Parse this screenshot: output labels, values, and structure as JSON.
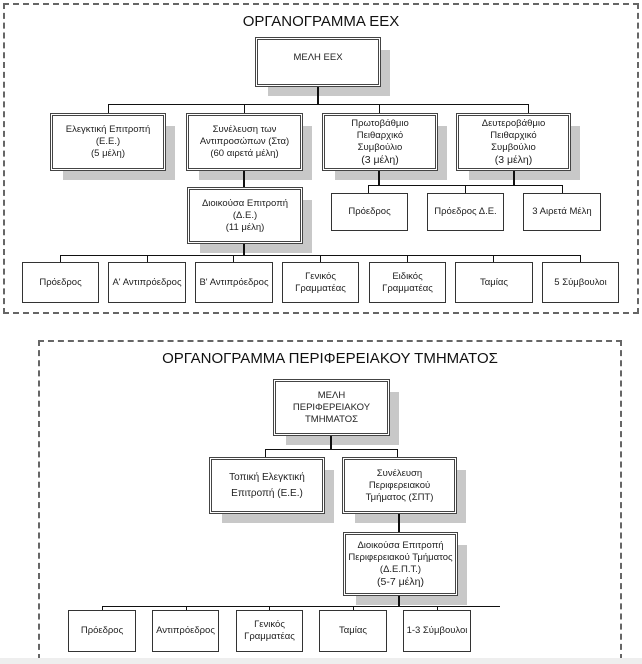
{
  "chart1": {
    "title": "ΟΡΓΑΝΟΓΡΑΜΜΑ ΕΕΧ",
    "root": "ΜΕΛΗ ΕΕΧ",
    "level2": [
      {
        "line1": "Ελεγκτική Επιτροπή (Ε.Ε.)",
        "line2": "(5 μέλη)",
        "line3": ""
      },
      {
        "line1": "Συνέλευση των",
        "line2": "Αντιπροσώπων (Στα)",
        "line3": "(60 αιρετά μέλη)"
      },
      {
        "line1": "Πρωτοβάθμιο Πειθαρχικό",
        "line2": "Συμβούλιο",
        "line3": "(3 μέλη)"
      },
      {
        "line1": "Δευτεροβάθμιο Πειθαρχικό",
        "line2": "Συμβούλιο",
        "line3": "(3 μέλη)"
      }
    ],
    "disciplinary_members": [
      "Πρόεδρος",
      "Πρόεδρος Δ.Ε.",
      "3 Αιρετά Μέλη"
    ],
    "executive": {
      "line1": "Διοικούσα Επιτροπή (Δ.Ε.)",
      "line2": "(11 μέλη)"
    },
    "executive_members": [
      {
        "line1": "Πρόεδρος",
        "line2": ""
      },
      {
        "line1": "Α' Αντιπρόεδρος",
        "line2": ""
      },
      {
        "line1": "Β' Αντιπρόεδρος",
        "line2": ""
      },
      {
        "line1": "Γενικός",
        "line2": "Γραμματέας"
      },
      {
        "line1": "Ειδικός",
        "line2": "Γραμματέας"
      },
      {
        "line1": "Ταμίας",
        "line2": ""
      },
      {
        "line1": "5 Σύμβουλοι",
        "line2": ""
      }
    ]
  },
  "chart2": {
    "title": "ΟΡΓΑΝΟΓΡΑΜΜΑ ΠΕΡΙΦΕΡΕΙΑΚΟΥ ΤΜΗΜΑΤΟΣ",
    "root": {
      "line1": "ΜΕΛΗ ΠΕΡΙΦΕΡΕΙΑΚΟΥ",
      "line2": "ΤΜΗΜΑΤΟΣ"
    },
    "level2": [
      {
        "line1": "Τοπική Ελεγκτική",
        "line2": "Επιτροπή (Ε.Ε.)"
      },
      {
        "line1": "Συνέλευση Περιφερειακού",
        "line2": "Τμήματος (ΣΠΤ)"
      }
    ],
    "executive": {
      "line1": "Διοικούσα Επιτροπή",
      "line2": "Περιφερειακού Τμήματος",
      "line3": "(Δ.Ε.Π.Τ.)",
      "line4": "(5-7 μέλη)"
    },
    "executive_members": [
      {
        "line1": "Πρόεδρος",
        "line2": ""
      },
      {
        "line1": "Αντιπρόεδρος",
        "line2": ""
      },
      {
        "line1": "Γενικός",
        "line2": "Γραμματέας"
      },
      {
        "line1": "Ταμίας",
        "line2": ""
      },
      {
        "line1": "1-3  Σύμβουλοι",
        "line2": ""
      }
    ]
  }
}
